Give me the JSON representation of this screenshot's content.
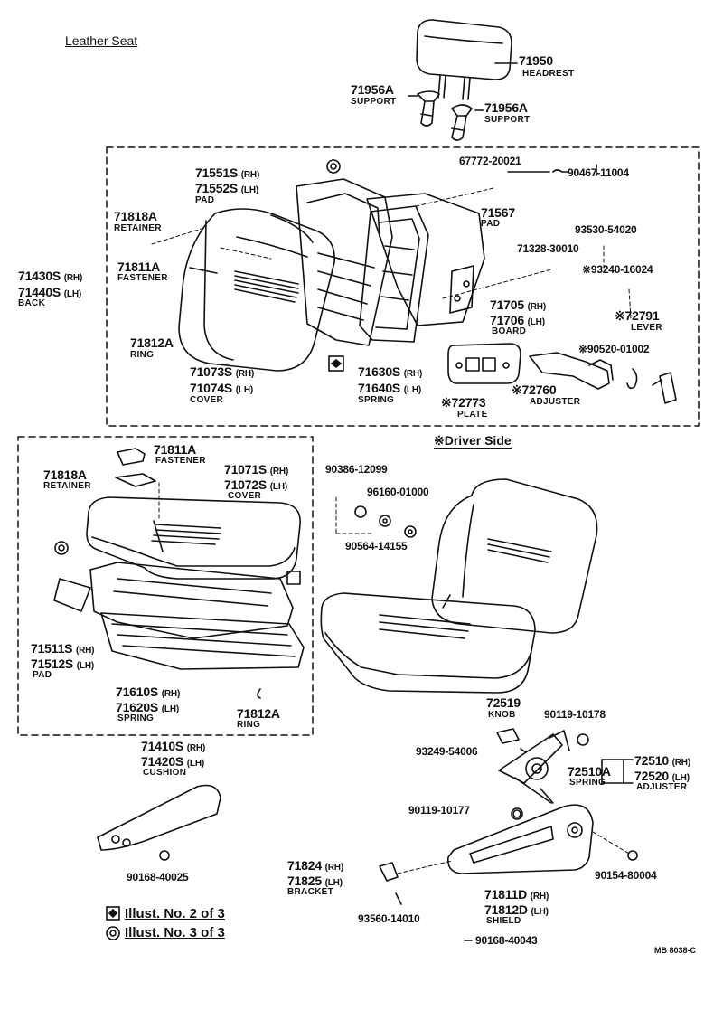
{
  "header": {
    "title": "Leather Seat",
    "driver_side": "※Driver Side"
  },
  "headrest": [
    {
      "pn": "71950",
      "name": "HEADREST"
    },
    {
      "pn": "71956A",
      "name": "SUPPORT"
    },
    {
      "pn": "71956A",
      "name": "SUPPORT"
    }
  ],
  "back": {
    "pad_rh": "71551S",
    "pad_lh": "71552S",
    "pad_name": "PAD",
    "retainer_pn": "71818A",
    "retainer_name": "RETAINER",
    "fastener_pn": "71811A",
    "fastener_name": "FASTENER",
    "back_rh": "71430S",
    "back_lh": "71440S",
    "back_name": "BACK",
    "ring_pn": "71812A",
    "ring_name": "RING",
    "cover_rh": "71073S",
    "cover_lh": "71074S",
    "cover_name": "COVER",
    "spring_rh": "71630S",
    "spring_lh": "71640S",
    "spring_name": "SPRING",
    "pad2_pn": "71567",
    "pad2_name": "PAD",
    "board_rh": "71705",
    "board_lh": "71706",
    "board_name": "BOARD",
    "plate_pn": "※72773",
    "plate_name": "PLATE",
    "adjuster_pn": "※72760",
    "adjuster_name": "ADJUSTER",
    "lever_pn": "※72791",
    "lever_name": "LEVER",
    "p67772": "67772-20021",
    "p90467": "90467-11004",
    "p93530": "93530-54020",
    "p71328": "71328-30010",
    "p93240": "※93240-16024",
    "p90520": "※90520-01002"
  },
  "cushion": {
    "fastener_pn": "71811A",
    "fastener_name": "FASTENER",
    "retainer_pn": "71818A",
    "retainer_name": "RETAINER",
    "cover_rh": "71071S",
    "cover_lh": "71072S",
    "cover_name": "COVER",
    "pad_rh": "71511S",
    "pad_lh": "71512S",
    "pad_name": "PAD",
    "spring_rh": "71610S",
    "spring_lh": "71620S",
    "spring_name": "SPRING",
    "ring_pn": "71812A",
    "ring_name": "RING",
    "cushion_rh": "71410S",
    "cushion_lh": "71420S",
    "cushion_name": "CUSHION"
  },
  "seat_parts": {
    "p90386": "90386-12099",
    "p96160": "96160-01000",
    "p90564": "90564-14155",
    "knob_pn": "72519",
    "knob_name": "KNOB",
    "p90119a": "90119-10178",
    "p93249": "93249-54006",
    "adj_rh": "72510",
    "adj_lh": "72520",
    "adj_name": "ADJUSTER",
    "spring_pn": "72510A",
    "spring_name": "SPRING",
    "p90119b": "90119-10177",
    "p90168a": "90168-40025",
    "bracket_rh": "71824",
    "bracket_lh": "71825",
    "bracket_name": "BRACKET",
    "p93560": "93560-14010",
    "shield_rh": "71811D",
    "shield_lh": "71812D",
    "shield_name": "SHIELD",
    "p90154": "90154-80004",
    "p90168b": "90168-40043"
  },
  "suffix": {
    "rh": "(RH)",
    "lh": "(LH)"
  },
  "legend": {
    "illus2": "Illust. No. 2 of 3",
    "illus3": "Illust. No. 3 of 3"
  },
  "code": "MB 8038-C"
}
